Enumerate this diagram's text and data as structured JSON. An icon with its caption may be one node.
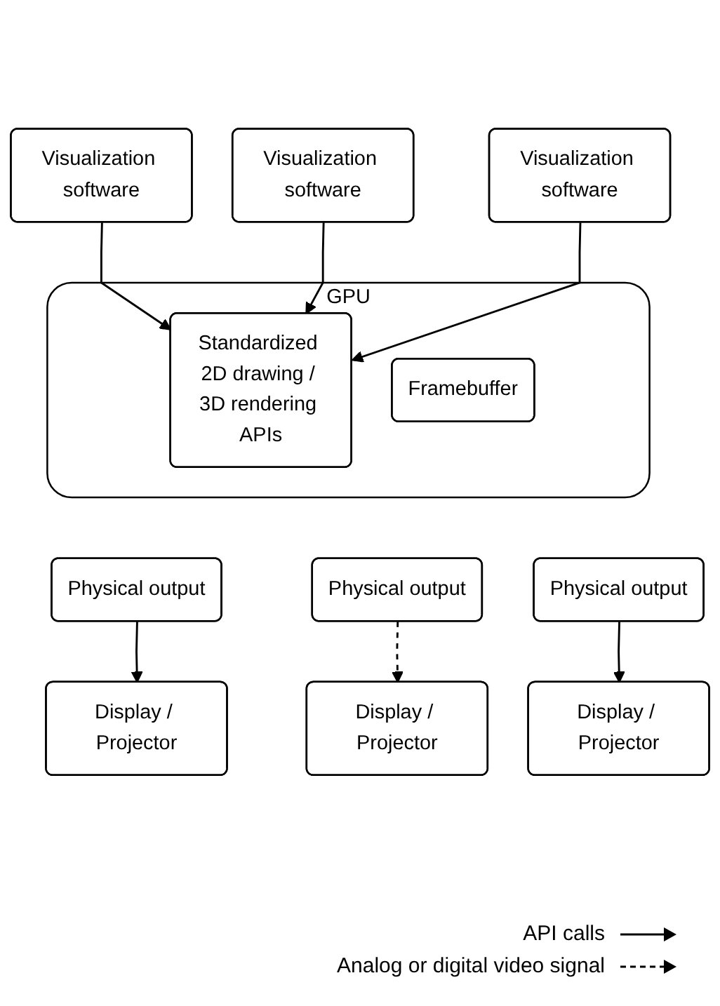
{
  "diagram": {
    "nodes": [
      {
        "text": [
          "Visualization software"
        ]
      },
      {
        "text": [
          "Visualization software"
        ]
      },
      {
        "text": [
          "Visualization software"
        ]
      },
      {
        "text": [
          "GPU"
        ]
      },
      {
        "text": [
          "Standardized 2D drawing / 3D rendering APIs"
        ],
        "in": 3
      },
      {
        "text": [
          "Framebuffer"
        ],
        "in": 3
      },
      {
        "text": [
          "Physical output"
        ]
      },
      {
        "text": [
          "Physical output"
        ]
      },
      {
        "text": [
          "Physical output"
        ]
      },
      {
        "text": [
          "Display / Projector"
        ]
      },
      {
        "text": [
          "Display / Projector"
        ]
      },
      {
        "text": [
          "Display / Projector"
        ]
      }
    ],
    "edges": [
      {
        "from": 0,
        "to": 4,
        "arrow": "to"
      },
      {
        "from": 1,
        "to": 4,
        "arrow": "to"
      },
      {
        "from": 2,
        "to": 4,
        "arrow": "to"
      },
      {
        "from": 6,
        "to": 9,
        "arrow": "to"
      },
      {
        "from": 7,
        "to": 10,
        "arrow": "to",
        "style": "dashed"
      },
      {
        "from": 8,
        "to": 11,
        "arrow": "to"
      }
    ],
    "legend": [
      {
        "text": "API calls"
      },
      {
        "text": "Analog or digital video signal"
      }
    ]
  }
}
